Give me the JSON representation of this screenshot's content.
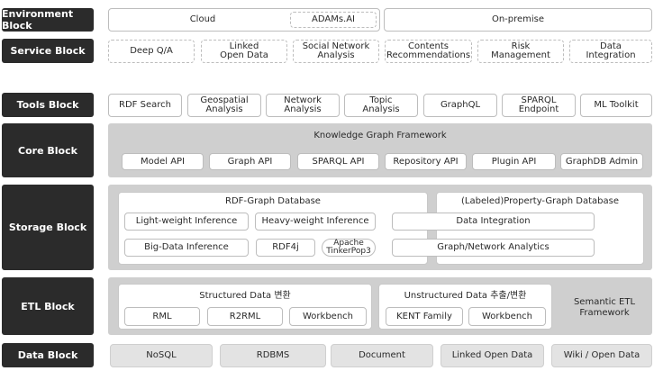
{
  "blocks": {
    "environment": {
      "label": "Environment Block",
      "cloud": "Cloud",
      "adams_ai": "ADAMs.AI",
      "on_premise": "On-premise"
    },
    "service": {
      "label": "Service Block",
      "items": [
        "Deep  Q/A",
        "Linked\nOpen Data",
        "Social Network\nAnalysis",
        "Contents\nRecommendations",
        "Risk\nManagement",
        "Data\nIntegration"
      ]
    },
    "tools": {
      "label": "Tools Block",
      "items": [
        "RDF Search",
        "Geospatial\nAnalysis",
        "Network\nAnalysis",
        "Topic\nAnalysis",
        "GraphQL",
        "SPARQL\nEndpoint",
        "ML Toolkit"
      ]
    },
    "core": {
      "label": "Core Block",
      "title": "Knowledge Graph Framework",
      "items": [
        "Model API",
        "Graph API",
        "SPARQL API",
        "Repository API",
        "Plugin API",
        "GraphDB Admin"
      ]
    },
    "storage": {
      "label": "Storage Block",
      "rdf_title": "RDF-Graph Database",
      "pg_title": "(Labeled)Property-Graph Database",
      "light_inference": "Light-weight Inference",
      "heavy_inference": "Heavy-weight Inference",
      "bigdata_inference": "Big-Data Inference",
      "rdf4j": "RDF4j",
      "tinkerpop": "Apache\nTinkerPop3",
      "data_integration": "Data Integration",
      "graph_analytics": "Graph/Network Analytics"
    },
    "etl": {
      "label": "ETL Block",
      "structured_title": "Structured Data 변환",
      "unstructured_title": "Unstructured Data 추출/변환",
      "rml": "RML",
      "r2rml": "R2RML",
      "workbench": "Workbench",
      "kent": "KENT Family",
      "workbench2": "Workbench",
      "semantic": "Semantic ETL\nFramework"
    },
    "data": {
      "label": "Data Block",
      "items": [
        "NoSQL",
        "RDBMS",
        "Document",
        "Linked Open Data",
        "Wiki / Open Data"
      ]
    }
  }
}
